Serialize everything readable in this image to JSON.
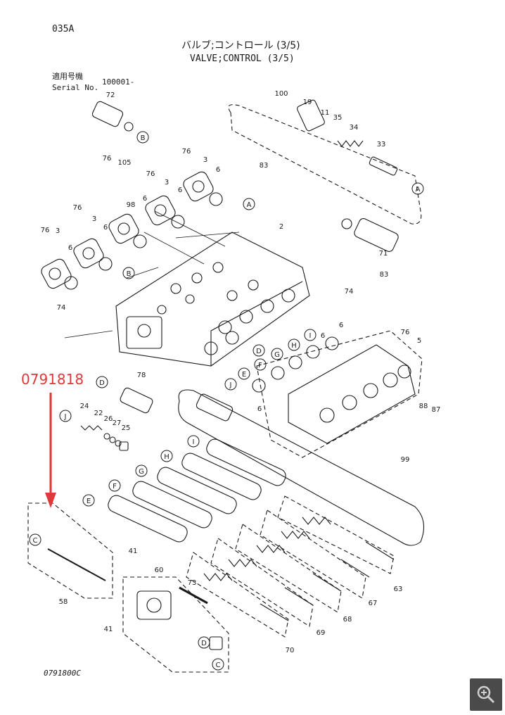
{
  "header": {
    "code": "035A",
    "title_jp": "バルブ;コントロール (3/5)",
    "title_en": "VALVE;CONTROL (3/5)",
    "serial_label_jp": "適用号機",
    "serial_label_en": "Serial No.",
    "serial_value": "100001-"
  },
  "annotation": {
    "part_number": "0791818",
    "arrow_color": "#e0393b"
  },
  "footer": {
    "drawing_code": "0791800C"
  },
  "callouts": {
    "numbers": [
      "100",
      "19",
      "11",
      "35",
      "34",
      "33",
      "72",
      "76",
      "105",
      "76",
      "3",
      "6",
      "83",
      "76",
      "3",
      "98",
      "6",
      "6",
      "3",
      "6",
      "76",
      "6",
      "3",
      "2",
      "76",
      "6",
      "71",
      "74",
      "83",
      "74",
      "6",
      "6",
      "76",
      "5",
      "78",
      "24",
      "22",
      "26",
      "27",
      "25",
      "88",
      "87",
      "99",
      "41",
      "60",
      "73",
      "41",
      "58",
      "70",
      "69",
      "68",
      "67",
      "63"
    ],
    "letters": [
      "A",
      "B",
      "C",
      "D",
      "E",
      "F",
      "G",
      "H",
      "I",
      "J"
    ]
  },
  "zoom_icon": "zoom-in-icon"
}
